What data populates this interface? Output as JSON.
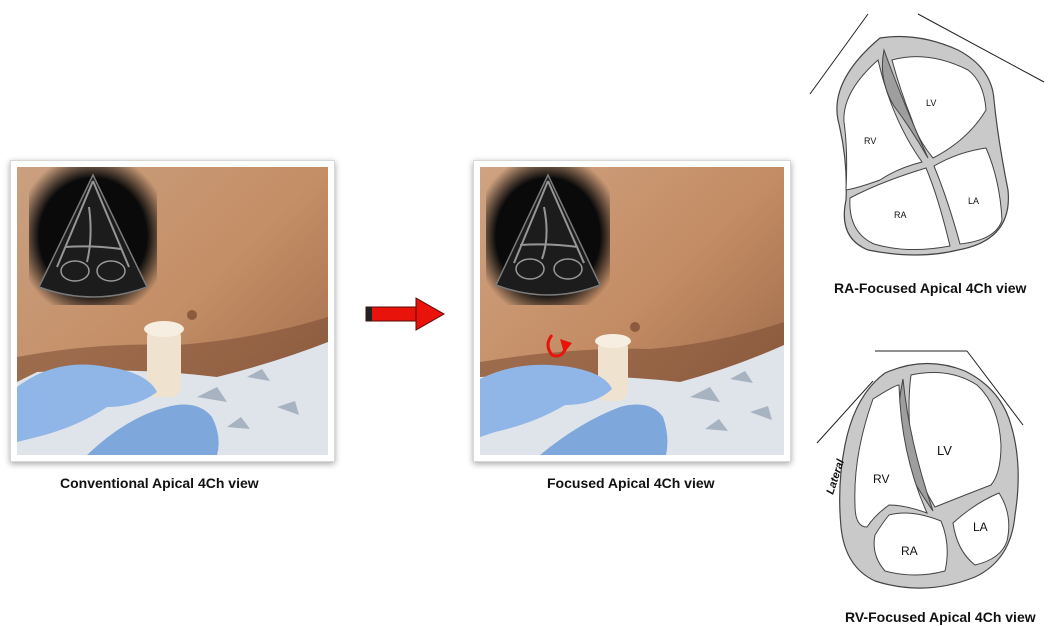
{
  "panels": {
    "conventional": {
      "caption": "Conventional Apical 4Ch view"
    },
    "focused": {
      "caption": "Focused Apical 4Ch view"
    }
  },
  "diagrams": {
    "ra_focused": {
      "caption": "RA-Focused Apical 4Ch view",
      "labels": {
        "lv": "LV",
        "rv": "RV",
        "ra": "RA",
        "la": "LA"
      }
    },
    "rv_focused": {
      "caption": "RV-Focused Apical 4Ch view",
      "labels": {
        "lv": "LV",
        "rv": "RV",
        "ra": "RA",
        "la": "LA",
        "lateral": "Lateral"
      }
    }
  },
  "colors": {
    "arrow": "#e8140c",
    "glove": "#8fb6e6",
    "skin": "#c8956c",
    "wall": "#c9c9c9",
    "ultrasound_bg": "#0a0a0a"
  },
  "icons": {
    "transition_arrow": "right-arrow-icon",
    "rotation_arrow": "rotate-arrow-icon"
  }
}
